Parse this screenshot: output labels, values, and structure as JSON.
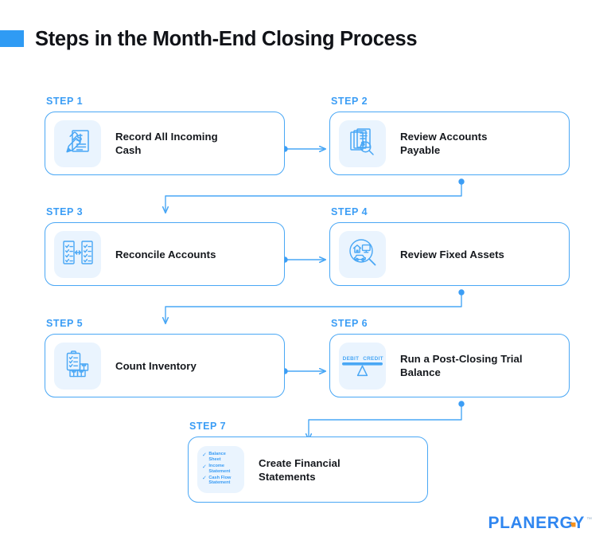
{
  "header": {
    "title": "Steps in the Month-End Closing Process",
    "accent_color": "#2f9bf4"
  },
  "theme": {
    "line_color": "#49a7f5",
    "card_border": "#49a7f5",
    "step_label_color": "#3b9df5",
    "icon_tile_bg": "#eaf4fe",
    "title_color": "#15181d",
    "logo_blue": "#2f86f0",
    "logo_orange": "#f6921e"
  },
  "steps": [
    {
      "label": "STEP 1",
      "title": "Record All Incoming\nCash",
      "icon": "invoice-pen-icon"
    },
    {
      "label": "STEP 2",
      "title": "Review Accounts\nPayable",
      "icon": "documents-magnifier-icon"
    },
    {
      "label": "STEP 3",
      "title": "Reconcile Accounts",
      "icon": "two-checklists-arrows-icon"
    },
    {
      "label": "STEP 4",
      "title": "Review Fixed Assets",
      "icon": "assets-magnifier-icon"
    },
    {
      "label": "STEP 5",
      "title": "Count Inventory",
      "icon": "clipboard-boxes-icon"
    },
    {
      "label": "STEP 6",
      "title": "Run a Post-Closing Trial\nBalance",
      "icon": "debit-credit-scale-icon"
    },
    {
      "label": "STEP 7",
      "title": "Create Financial\nStatements",
      "icon": "financial-statements-checklist-icon"
    }
  ],
  "step6_icon_text": {
    "debit": "DEBIT",
    "credit": "CREDIT"
  },
  "step7_icon_items": [
    "Balance\nSheet",
    "Income\nStatement",
    "Cash Flow\nStatement"
  ],
  "logo": {
    "wordmark": "PLANERGY",
    "trademark": "™"
  },
  "chart_data": {
    "type": "flowchart",
    "title": "Steps in the Month-End Closing Process",
    "node_count": 7,
    "nodes": [
      {
        "id": 1,
        "label": "STEP 1",
        "title": "Record All Incoming Cash"
      },
      {
        "id": 2,
        "label": "STEP 2",
        "title": "Review Accounts Payable"
      },
      {
        "id": 3,
        "label": "STEP 3",
        "title": "Reconcile Accounts"
      },
      {
        "id": 4,
        "label": "STEP 4",
        "title": "Review Fixed Assets"
      },
      {
        "id": 5,
        "label": "STEP 5",
        "title": "Count Inventory"
      },
      {
        "id": 6,
        "label": "STEP 6",
        "title": "Run a Post-Closing Trial Balance"
      },
      {
        "id": 7,
        "label": "STEP 7",
        "title": "Create Financial Statements"
      }
    ],
    "edges": [
      {
        "from": 1,
        "to": 2
      },
      {
        "from": 2,
        "to": 3
      },
      {
        "from": 3,
        "to": 4
      },
      {
        "from": 4,
        "to": 5
      },
      {
        "from": 5,
        "to": 6
      },
      {
        "from": 6,
        "to": 7
      }
    ],
    "layout": "two-column serpentine, 3 rows plus centered final node"
  }
}
